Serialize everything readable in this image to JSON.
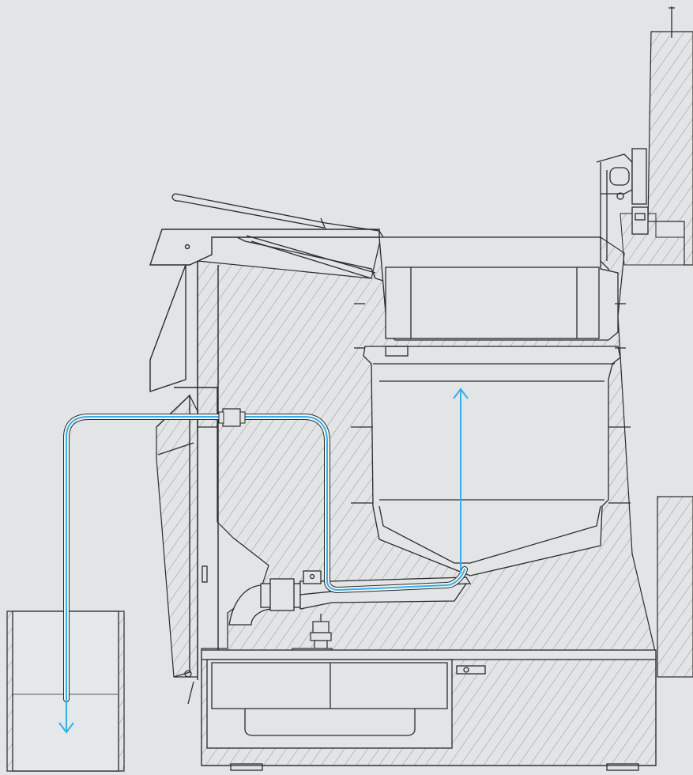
{
  "diagram": {
    "subject": "tilting-kettle-cross-section",
    "colors": {
      "background": "#e2e4e5",
      "outline": "#2b2b2b",
      "hatch": "#7d7f81",
      "flow_line": "#35aee8",
      "water_fill": "#e5e8ea"
    },
    "flow_arrows": [
      {
        "id": "up-arrow",
        "direction": "up"
      },
      {
        "id": "down-arrow",
        "direction": "down"
      }
    ],
    "components": [
      "wall-hatched",
      "kettle-housing",
      "lid",
      "lid-handle",
      "inner-vessel",
      "drain-pipe",
      "drain-valve",
      "water-tap",
      "bucket",
      "tray-drawer",
      "side-panel",
      "base-cabinet"
    ]
  }
}
